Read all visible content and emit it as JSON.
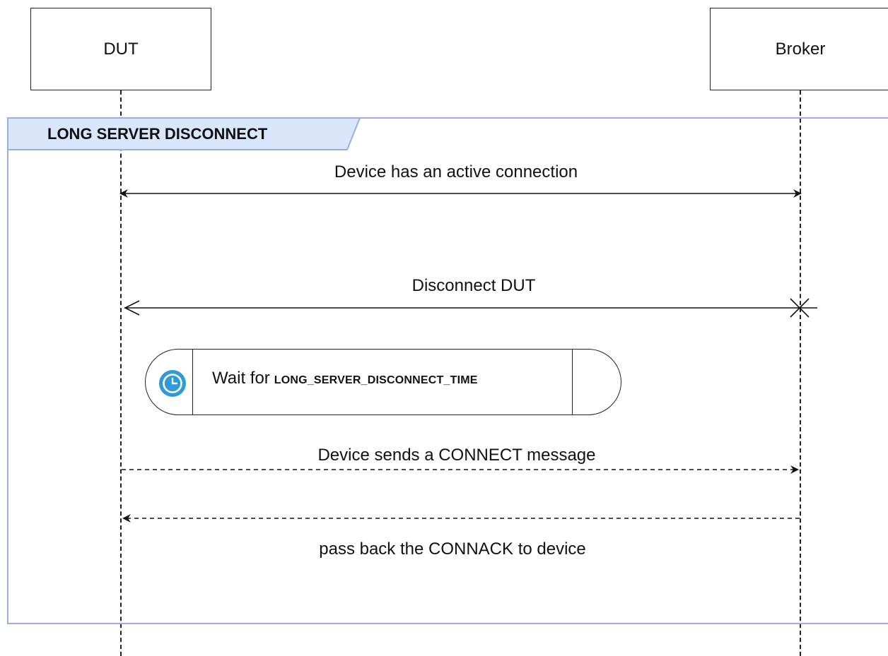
{
  "participants": [
    {
      "id": "dut",
      "label": "DUT"
    },
    {
      "id": "broker",
      "label": "Broker"
    }
  ],
  "frame": {
    "label": "LONG SERVER DISCONNECT",
    "border_color": "#9aaee0",
    "tab_color": "#dae6fb"
  },
  "messages": [
    {
      "label": "Device has an active connection",
      "from": "dut",
      "to": "broker",
      "style": "solid",
      "arrows": "both"
    },
    {
      "label": "Disconnect DUT",
      "from": "broker",
      "to": "dut",
      "style": "solid",
      "arrows": "open",
      "terminator": "x"
    },
    {
      "label": "Device sends a CONNECT message",
      "from": "dut",
      "to": "broker",
      "style": "dashed"
    },
    {
      "label": "pass back the CONNACK to device",
      "from": "broker",
      "to": "dut",
      "style": "dashed"
    }
  ],
  "wait_step": {
    "prefix": "Wait for",
    "constant": "LONG_SERVER_DISCONNECT_TIME",
    "icon": "clock-icon",
    "icon_color": "#2e9bd6"
  }
}
